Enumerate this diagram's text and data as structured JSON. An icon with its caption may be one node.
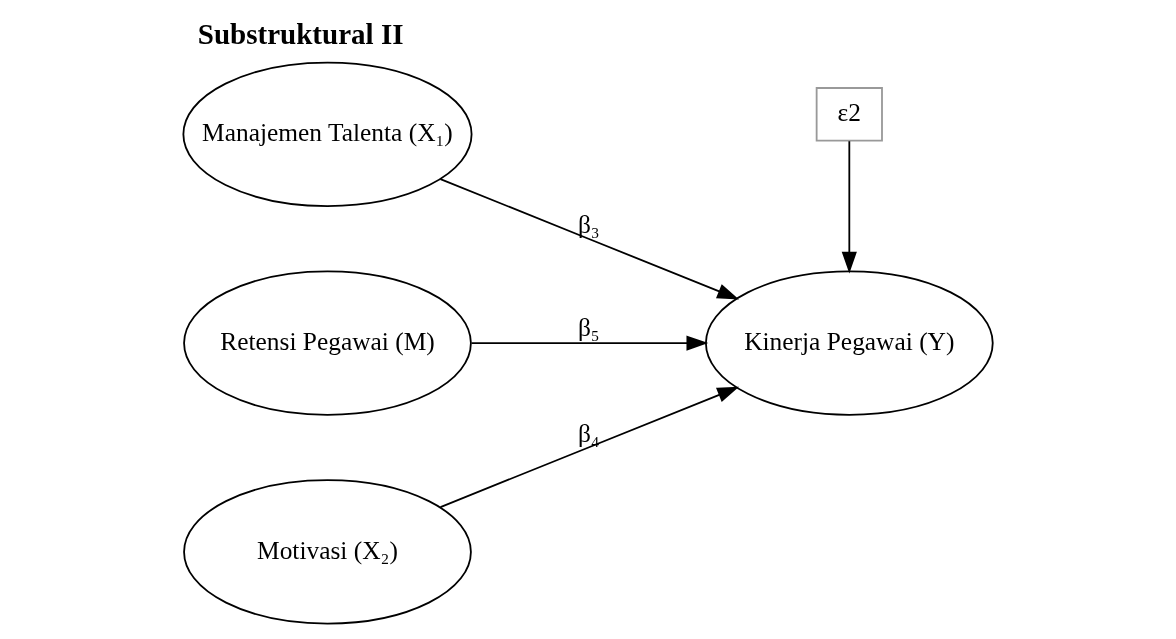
{
  "diagram": {
    "title": "Substruktural II",
    "nodes": [
      {
        "text": [
          "Manajemen Talenta (X₁)"
        ]
      },
      {
        "text": [
          "Retensi Pegawai (M)"
        ]
      },
      {
        "text": [
          "Motivasi (X₂)"
        ]
      },
      {
        "text": [
          "Kinerja Pegawai (Y)"
        ]
      },
      {
        "text": [
          "ε2"
        ]
      }
    ],
    "edges": [
      {
        "from": 0,
        "to": 3,
        "arrow": "to",
        "label": "β₃"
      },
      {
        "from": 1,
        "to": 3,
        "arrow": "to",
        "label": "β₅"
      },
      {
        "from": 2,
        "to": 3,
        "arrow": "to",
        "label": "β₄"
      },
      {
        "from": 4,
        "to": 3,
        "arrow": "to"
      }
    ]
  }
}
